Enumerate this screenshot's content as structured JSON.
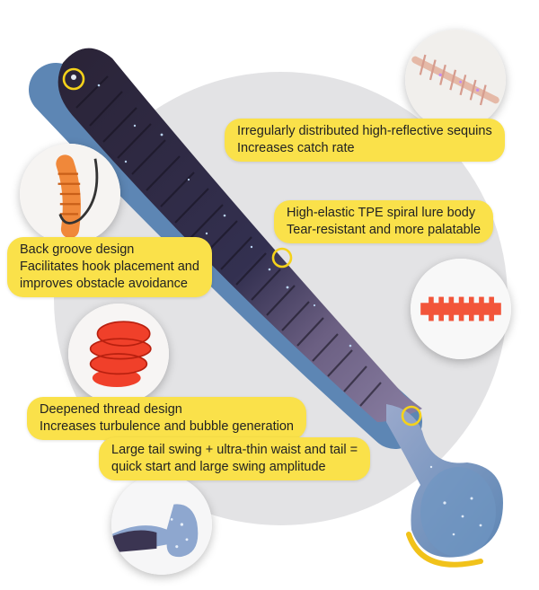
{
  "callouts": {
    "sequins": {
      "line1": "Irregularly distributed high-reflective sequins",
      "line2": "Increases catch rate"
    },
    "body": {
      "line1": "High-elastic TPE spiral lure body",
      "line2": "Tear-resistant and more palatable"
    },
    "groove": {
      "line1": "Back groove design",
      "line2": "Facilitates hook placement and",
      "line3": "improves obstacle avoidance"
    },
    "thread": {
      "line1": "Deepened thread design",
      "line2": "Increases turbulence and bubble generation"
    },
    "tail": {
      "line1": "Large tail swing + ultra-thin waist and tail =",
      "line2": "quick start and large swing amplitude"
    }
  },
  "colors": {
    "accent_yellow": "#fae14a",
    "lure_dark": "#2a2336",
    "lure_blue": "#5d86b4",
    "background_circle": "#e3e3e5"
  }
}
